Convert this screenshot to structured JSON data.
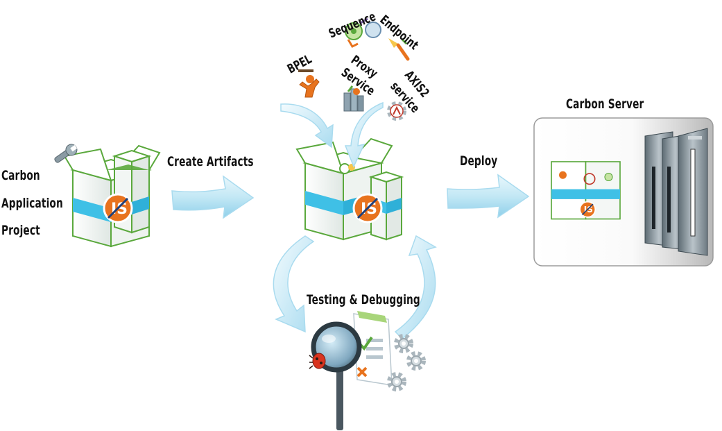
{
  "project": {
    "line1": "Carbon",
    "line2": "Application",
    "line3": "Project"
  },
  "steps": {
    "create": "Create Artifacts",
    "deploy": "Deploy",
    "testing": "Testing & Debugging"
  },
  "server": {
    "title": "Carbon Server"
  },
  "artifacts": {
    "bpel": "BPEL",
    "sequence": "Sequence",
    "endpoint": "Endpoint",
    "proxy_line1": "Proxy",
    "proxy_line2": "Service",
    "axis_line1": "AXIS2",
    "axis_line2": "service"
  },
  "colors": {
    "box_green": "#5aa83c",
    "band_cyan": "#3fc0e6",
    "badge_orange": "#e8731e",
    "arrow_blue": "#bfe6f5"
  }
}
